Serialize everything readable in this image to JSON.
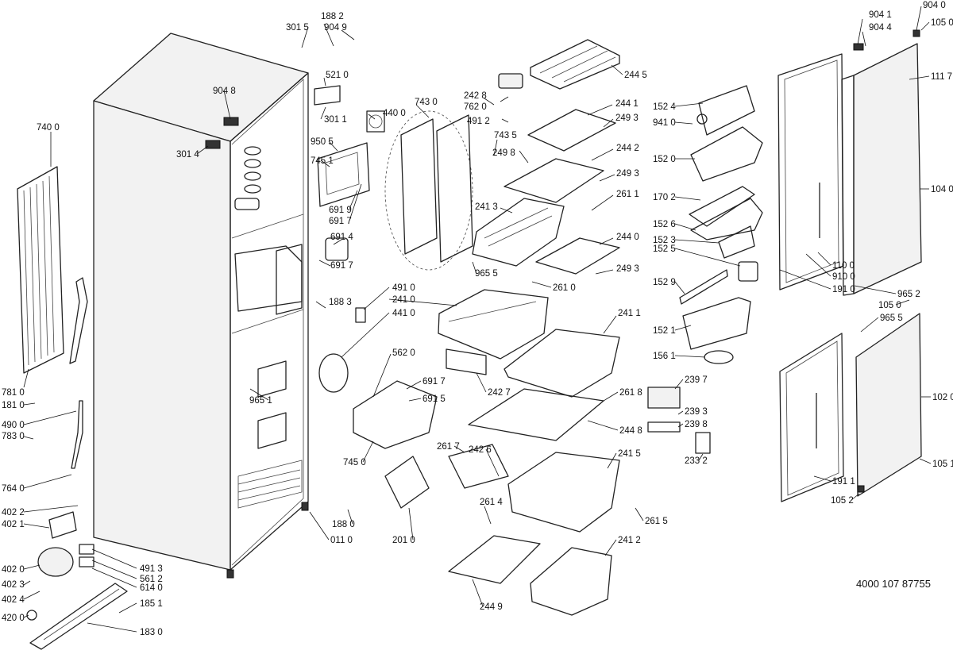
{
  "document_number": "4000 107 87755",
  "labels": {
    "l3015": "301 5",
    "l1882": "188 2",
    "l9049": "904 9",
    "l5210": "521 0",
    "l9048": "904 8",
    "l3011": "301 1",
    "l4400": "440 0",
    "l3014": "301 4",
    "l7400": "740 0",
    "l9505": "950 5",
    "l7451": "745 1",
    "l6919": "691 9",
    "l6917a": "691 7",
    "l6914": "691 4",
    "l6917b": "691 7",
    "l7430": "743 0",
    "l2428": "242 8",
    "l7620": "762 0",
    "l4912": "491 2",
    "l7435": "743 5",
    "l2445": "244 5",
    "l2441": "244 1",
    "l2493a": "249 3",
    "l2498": "249 8",
    "l2442": "244 2",
    "l2493b": "249 3",
    "l2611": "261 1",
    "l2413": "241 3",
    "l2440": "244 0",
    "l2493c": "249 3",
    "l9655a": "965 5",
    "l2610": "261 0",
    "l4910": "491 0",
    "l2410": "241 0",
    "l4410": "441 0",
    "l2411": "241 1",
    "l5620": "562 0",
    "l6917c": "691 7",
    "l6915": "691 5",
    "l2427": "242 7",
    "l2618": "261 8",
    "l2448": "244 8",
    "l7450": "745 0",
    "l2617": "261 7",
    "l2426": "242 6",
    "l2415": "241 5",
    "l2614": "261 4",
    "l2615": "261 5",
    "l2010": "201 0",
    "l1880": "188 0",
    "l0110": "011 0",
    "l2412": "241 2",
    "l2449": "244 9",
    "l1883": "188 3",
    "l9651": "965 1",
    "l7810": "781 0",
    "l1810": "181 0",
    "l4900": "490 0",
    "l7830": "783 0",
    "l7640": "764 0",
    "l4022": "402 2",
    "l4021": "402 1",
    "l4020": "402 0",
    "l4023": "402 3",
    "l4024": "402 4",
    "l4200": "420 0",
    "l4913": "491 3",
    "l5612": "561 2",
    "l6140": "614 0",
    "l1851": "185 1",
    "l1830": "183 0",
    "l1524": "152 4",
    "l9410": "941 0",
    "l1520": "152 0",
    "l1702": "170 2",
    "l1526": "152 6",
    "l1523": "152 3",
    "l1525": "152 5",
    "l1529": "152 9",
    "l1521": "152 1",
    "l1561": "156 1",
    "l2397": "239 7",
    "l2393": "239 3",
    "l2398": "239 8",
    "l2332": "233 2",
    "l9041": "904 1",
    "l9044": "904 4",
    "l9040": "904 0",
    "l1050a": "105 0",
    "l1117": "111 7",
    "l1040": "104 0",
    "l1100": "110 0",
    "l9100": "910 0",
    "l1910": "191 0",
    "l9652": "965 2",
    "l1050b": "105 0",
    "l9655b": "965 5",
    "l1020": "102 0",
    "l1911": "191 1",
    "l1051": "105 1",
    "l1052": "105 2"
  }
}
